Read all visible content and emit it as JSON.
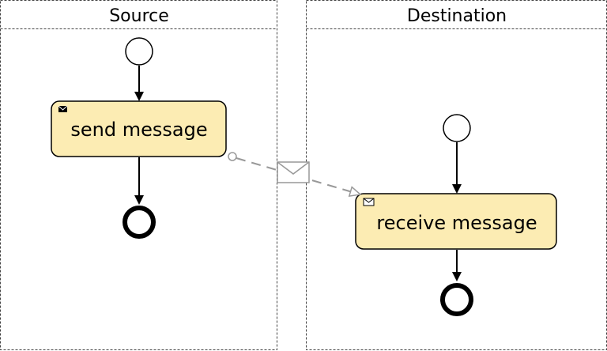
{
  "pools": [
    {
      "name": "Source"
    },
    {
      "name": "Destination"
    }
  ],
  "tasks": [
    {
      "label": "send message",
      "marker": "message-send-icon"
    },
    {
      "label": "receive message",
      "marker": "message-receive-icon"
    }
  ],
  "colors": {
    "task_fill": "#fcecb3",
    "message_flow": "#999999"
  }
}
